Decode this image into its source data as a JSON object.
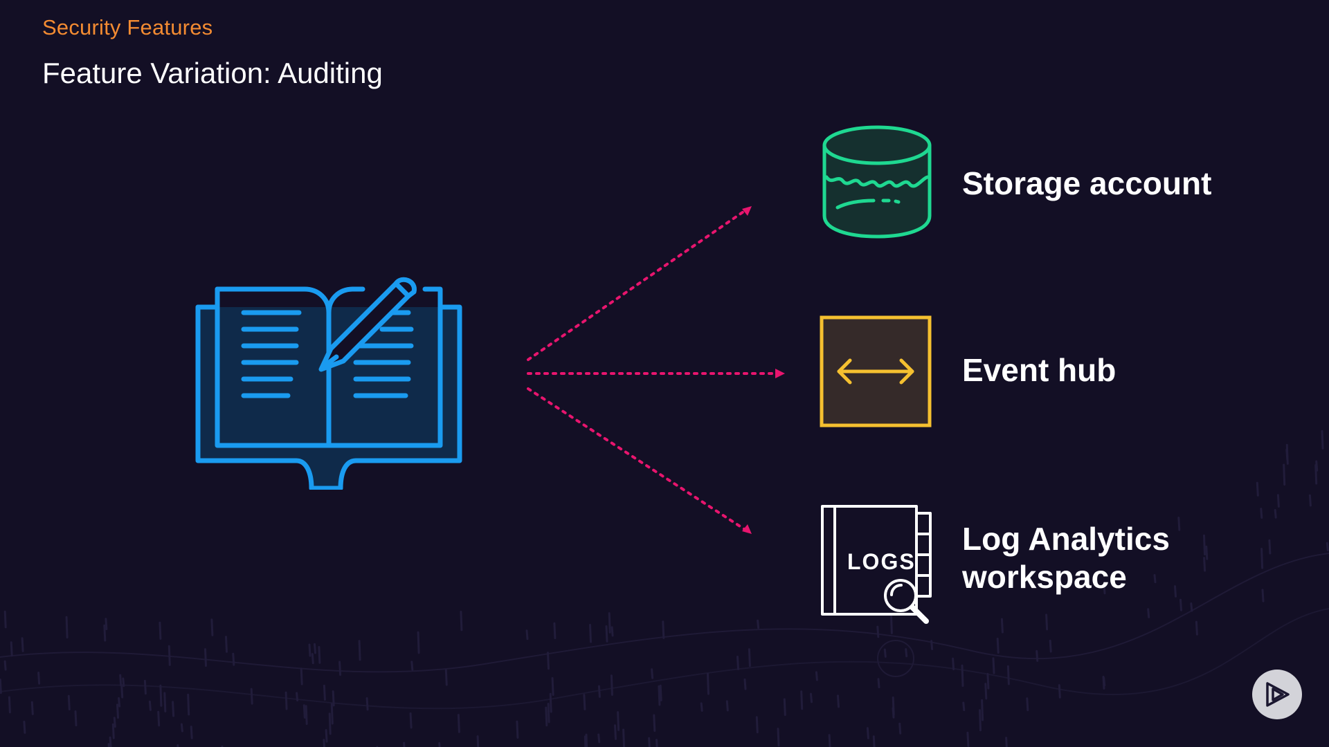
{
  "header": {
    "section": "Security Features",
    "title": "Feature Variation: Auditing"
  },
  "diagram": {
    "source_icon": "audit-book-pencil-icon",
    "destinations": [
      {
        "label": "Storage account",
        "icon": "storage-account-icon"
      },
      {
        "label": "Event hub",
        "icon": "event-hub-icon"
      },
      {
        "label_line1": "Log Analytics",
        "label_line2": "workspace",
        "icon": "log-analytics-icon",
        "icon_text": "LOGS"
      }
    ]
  },
  "colors": {
    "background": "#130f25",
    "section_accent": "#f38b32",
    "book_blue": "#1a9bf0",
    "arrow_pink": "#e8156e",
    "storage_green": "#1fd891",
    "event_hub_yellow": "#f5c030",
    "logs_white": "#ffffff"
  },
  "player": {
    "icon": "play-logo-icon"
  }
}
